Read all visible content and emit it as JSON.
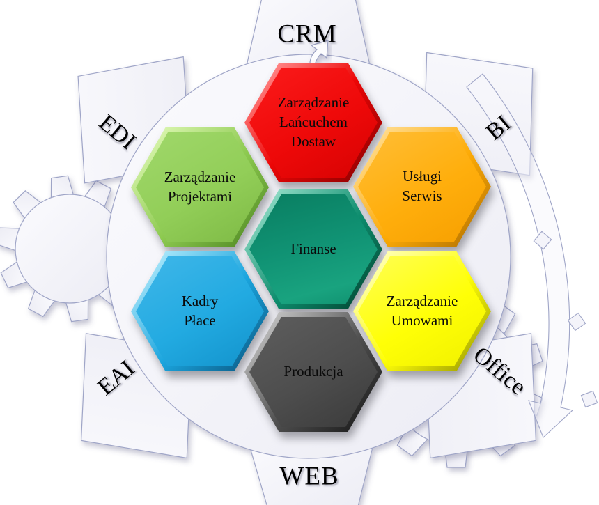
{
  "diagram": {
    "hexagons": {
      "supply_chain": {
        "label": "Zarządzanie\nŁańcuchem\nDostaw",
        "color": "#ee0a0a"
      },
      "projects": {
        "label": "Zarządzanie\nProjektami",
        "color": "#92ce58"
      },
      "services": {
        "label": "Usługi\nSerwis",
        "color": "#ffaf0f"
      },
      "finance": {
        "label": "Finanse",
        "color": "#12997a"
      },
      "hr_payroll": {
        "label": "Kadry\nPłace",
        "color": "#1fa9e2"
      },
      "contracts": {
        "label": "Zarządzanie\nUmowami",
        "color": "#ffff05"
      },
      "production": {
        "label": "Produkcja",
        "color": "#4e4e4e"
      }
    },
    "ring_labels": {
      "top": "CRM",
      "top_right": "BI",
      "top_left": "EDI",
      "bottom_left": "EAI",
      "bottom_right": "Office",
      "bottom": "WEB"
    }
  }
}
